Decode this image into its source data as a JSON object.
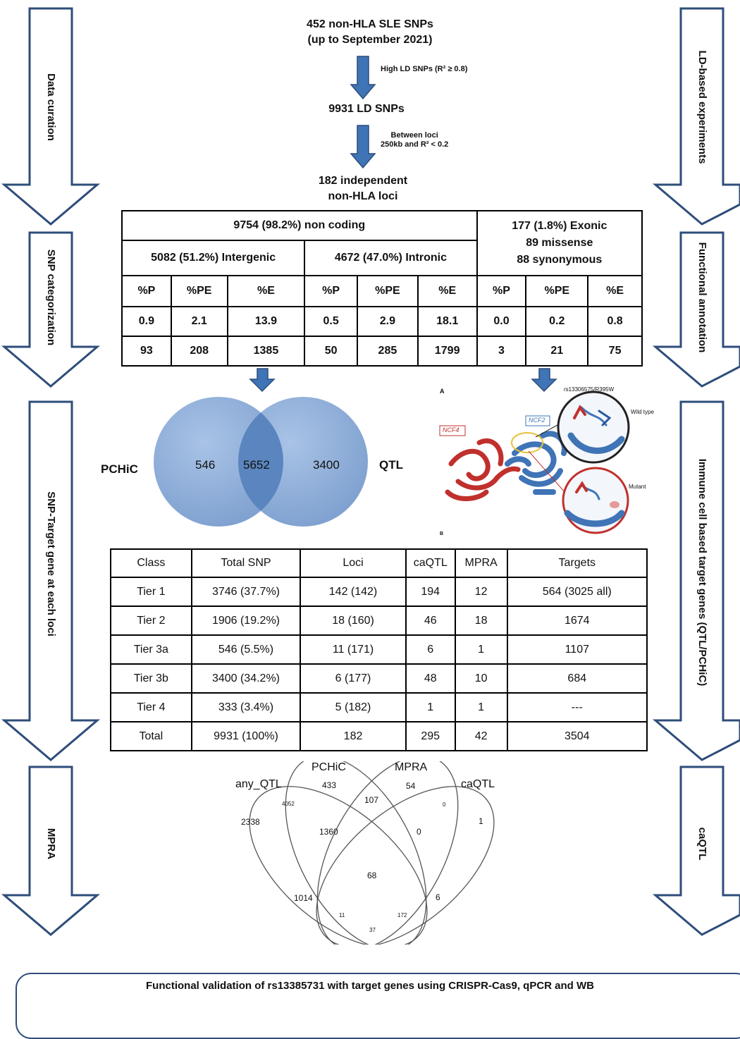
{
  "colors": {
    "arrow_stroke": "#2e4d7a",
    "arrow_fill": "#3f74b6",
    "venn_fill": "#8fb0dc",
    "venn_overlap": "#5b86c0",
    "protein_red": "#c0302c",
    "protein_blue": "#3f74b6"
  },
  "side_labels": {
    "left": [
      "Data curation",
      "SNP categorization",
      "SNP-Target gene at each loci",
      "MPRA"
    ],
    "right": [
      "LD-based experiments",
      "Functional annotation",
      "Immune cell based target genes (QTL/PCHiC)",
      "caQTL"
    ]
  },
  "flow": {
    "step1_line1": "452 non-HLA SLE SNPs",
    "step1_line2": "(up to September 2021)",
    "arrow1_note": "High LD SNPs (R² ≥ 0.8)",
    "step2": "9931 LD SNPs",
    "arrow2_note_line1": "Between loci",
    "arrow2_note_line2": "250kb and R² < 0.2",
    "step3_line1": "182 independent",
    "step3_line2": "non-HLA loci"
  },
  "table1": {
    "noncoding": "9754 (98.2%)  non coding",
    "exonic_line1": "177 (1.8%) Exonic",
    "exonic_line2": "89 missense",
    "exonic_line3": "88 synonymous",
    "intergenic": "5082 (51.2%)  Intergenic",
    "intronic": "4672 (47.0%)  Intronic",
    "headers": [
      "%P",
      "%PE",
      "%E",
      "%P",
      "%PE",
      "%E",
      "%P",
      "%PE",
      "%E"
    ],
    "row_pct": [
      "0.9",
      "2.1",
      "13.9",
      "0.5",
      "2.9",
      "18.1",
      "0.0",
      "0.2",
      "0.8"
    ],
    "row_count": [
      "93",
      "208",
      "1385",
      "50",
      "285",
      "1799",
      "3",
      "21",
      "75"
    ]
  },
  "venn1": {
    "left_label": "PCHiC",
    "right_label": "QTL",
    "left_only": "546",
    "overlap": "5652",
    "right_only": "3400"
  },
  "protein": {
    "panel_a": "A",
    "panel_b": "B",
    "variant": "rs13306575/R395W",
    "ncf4": "NCF4",
    "ncf2": "NCF2",
    "wild_type": "Wild type",
    "mutant": "Mutant"
  },
  "table2": {
    "headers": [
      "Class",
      "Total SNP",
      "Loci",
      "caQTL",
      "MPRA",
      "Targets"
    ],
    "rows": [
      [
        "Tier 1",
        "3746 (37.7%)",
        "142 (142)",
        "194",
        "12",
        "564 (3025 all)"
      ],
      [
        "Tier 2",
        "1906 (19.2%)",
        "18 (160)",
        "46",
        "18",
        "1674"
      ],
      [
        "Tier 3a",
        "546 (5.5%)",
        "11 (171)",
        "6",
        "1",
        "1107"
      ],
      [
        "Tier 3b",
        "3400 (34.2%)",
        "6 (177)",
        "48",
        "10",
        "684"
      ],
      [
        "Tier 4",
        "333 (3.4%)",
        "5 (182)",
        "1",
        "1",
        "---"
      ],
      [
        "Total",
        "9931 (100%)",
        "182",
        "295",
        "42",
        "3504"
      ]
    ]
  },
  "venn2": {
    "labels": [
      "any_QTL",
      "PCHiC",
      "MPRA",
      "caQTL"
    ],
    "numbers": {
      "n433": "433",
      "n54": "54",
      "n107": "107",
      "n0a": "0",
      "n4052": "4052",
      "n2338": "2338",
      "n1360": "1360",
      "n0b": "0",
      "n1": "1",
      "n68": "68",
      "n1014": "1014",
      "n6": "6",
      "n11": "11",
      "n172": "172",
      "n37": "37"
    }
  },
  "bottom": {
    "text": "Functional validation of rs13385731 with target genes using CRISPR-Cas9, qPCR and WB"
  }
}
